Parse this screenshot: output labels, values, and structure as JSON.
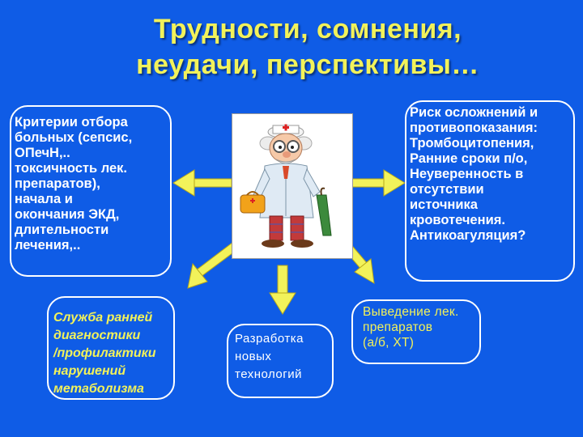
{
  "slide": {
    "title_line1": "Трудности, сомнения,",
    "title_line2": "неудачи, перспективы…",
    "colors": {
      "background": "#0f5ce6",
      "title": "#f2f25a",
      "arrow": "#f2f25a",
      "box_border": "#ffffff",
      "text_white": "#ffffff",
      "text_yellow": "#f2f25a"
    }
  },
  "criteria": {
    "lines": [
      "Критерии отбора",
      "больных (сепсис,",
      "ОПечН,..",
      "токсичность  лек.",
      "препаратов),",
      "начала и",
      "окончания ЭКД,",
      "длительности",
      "лечения,.."
    ]
  },
  "risk": {
    "lines": [
      "Риск осложнений и",
      "противопоказания:",
      " Тромбоцитопения,",
      " Ранние сроки п/о,",
      " Неуверенность в",
      "отсутствии",
      "источника",
      "кровотечения.",
      "Антикоагуляция?"
    ]
  },
  "service": {
    "lines": [
      "Служба ранней",
      "диагностики",
      "/профилактики",
      "нарушений",
      "метаболизма"
    ]
  },
  "tech": {
    "lines": [
      "Разработка",
      "новых",
      "технологий"
    ]
  },
  "removal": {
    "lines": [
      "Выведение лек.",
      "препаратов",
      " (а/б, ХТ)"
    ]
  },
  "image": {
    "icon": "doctor-illustration"
  }
}
